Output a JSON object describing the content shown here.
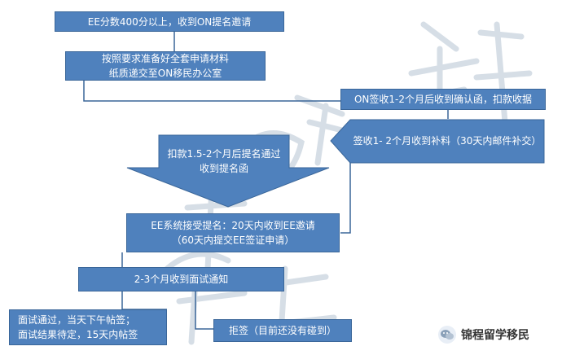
{
  "steps": {
    "s1": "EE分数400分以上，收到ON提名邀请",
    "s2_line1": "按照要求准备好全套申请材料",
    "s2_line2": "纸质递交至ON移民办公室",
    "s3": "ON签收1-2个月后收到确认函，扣款收据",
    "s4": "签收1- 2个月收到补料（30天内邮件补交）",
    "s5_line1": "扣款1.5-2个月后提名通过",
    "s5_line2": "收到提名函",
    "s6_line1": "EE系统接受提名：20天内收到EE邀请",
    "s6_line2": "（60天内提交EE签证申请）",
    "s7": "2-3个月收到面试通知",
    "s8_line1": "面试通过，当天下午帖签；",
    "s8_line2": "面试结果待定，15天内帖签",
    "s9": "拒签（目前还没有碰到）"
  },
  "brand": {
    "name": "锦程留学移民",
    "icon": "wechat-icon"
  },
  "colors": {
    "box_fill": "#4f81bd",
    "box_border": "#3a6699",
    "arrow_fill": "#4f81bd",
    "text": "#ffffff"
  }
}
